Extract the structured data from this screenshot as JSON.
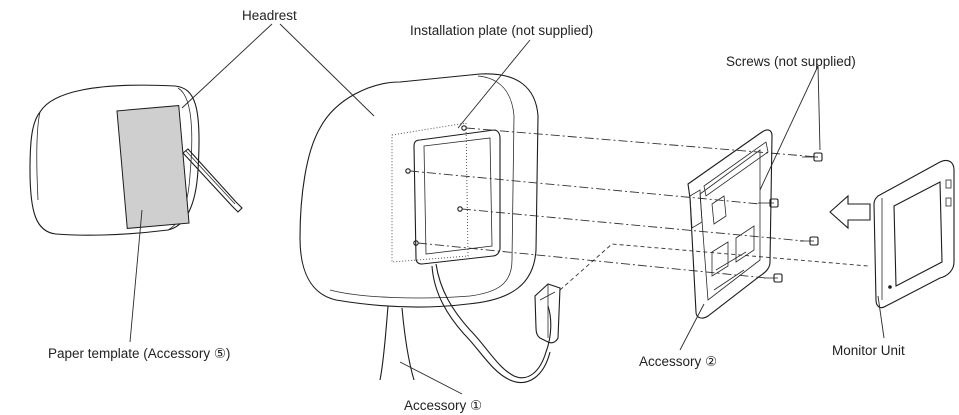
{
  "labels": {
    "headrest": "Headrest",
    "installation_plate": "Installation plate (not supplied)",
    "screws": "Screws (not supplied)",
    "paper_template": "Paper template (Accessory ⑤)",
    "accessory_1": "Accessory ①",
    "accessory_2": "Accessory ②",
    "monitor_unit": "Monitor Unit"
  },
  "colors": {
    "line": "#1c1c1c",
    "template_fill": "#cfcfcf",
    "monitor_screen": "#e6e6e6"
  }
}
